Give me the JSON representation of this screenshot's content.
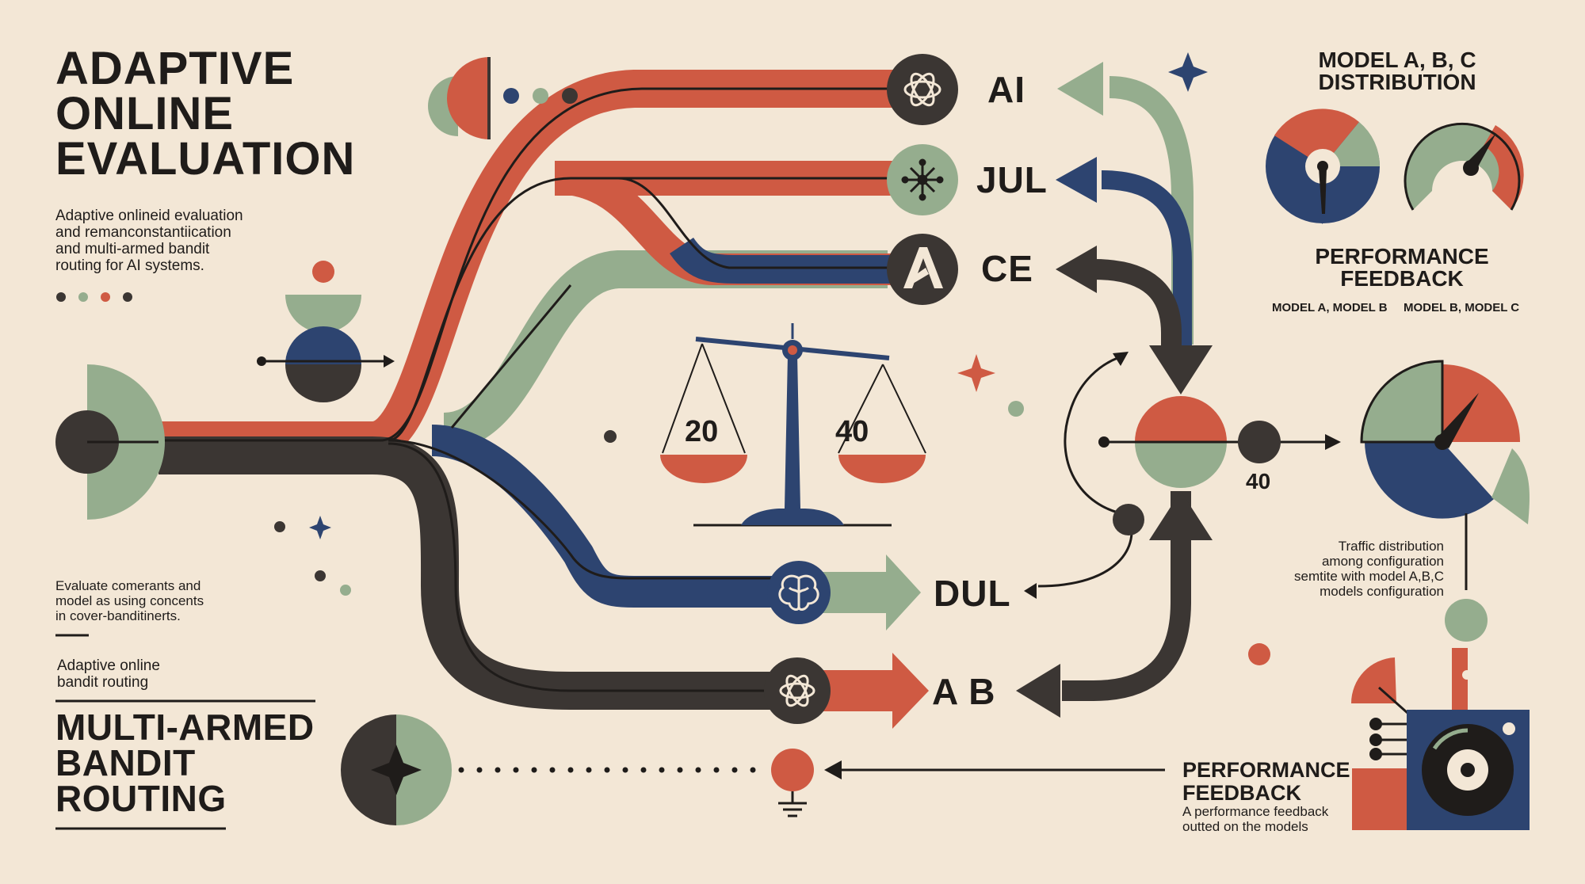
{
  "title": {
    "line1": "ADAPTIVE",
    "line2": "ONLINE",
    "line3": "EVALUATION"
  },
  "intro": {
    "line1": "Adaptive onlineid evaluation",
    "line2": "and remanconstantiication",
    "line3": "and multi-armed bandit",
    "line4": "routing for AI systems."
  },
  "evaluate_note": {
    "line1": "Evaluate comerants and",
    "line2": "model as using concents",
    "line3": "in cover-banditinerts."
  },
  "routing_note": {
    "line1": "Adaptive online",
    "line2": "bandit routing"
  },
  "bandit_title": {
    "line1": "MULTI-ARMED",
    "line2": "BANDIT",
    "line3": "ROUTING"
  },
  "model_labels": {
    "ai": "AI",
    "jul": "JUL",
    "ce": "CE",
    "dul": "DUL",
    "ab": "A B"
  },
  "scale": {
    "left_value": "20",
    "right_value": "40"
  },
  "distribution": {
    "title_line1": "MODEL A, B, C",
    "title_line2": "DISTRIBUTION"
  },
  "performance_top": {
    "title_line1": "PERFORMANCE",
    "title_line2": "FEEDBACK",
    "sub_left": "MODEL A, MODEL B",
    "sub_right": "MODEL B, MODEL C"
  },
  "hub": {
    "output_value": "40"
  },
  "traffic_note": {
    "line1": "Traffic distribution",
    "line2": "among configuration",
    "line3": "semtite with model A,B,C",
    "line4": "models configuration"
  },
  "performance_bottom": {
    "title_line1": "PERFORMANCE",
    "title_line2": "FEEDBACK",
    "line1": "A performance feedback",
    "line2": "outted on the models"
  },
  "colors": {
    "background": "#f3e7d6",
    "red": "#cf5a43",
    "sage": "#95ad8e",
    "navy": "#2d4470",
    "charcoal": "#3b3633"
  },
  "icons": [
    "spiral-knot-icon",
    "asterisk-node-icon",
    "anthropic-a-icon",
    "brain-icon",
    "spiral-knot-icon",
    "four-point-star-icon",
    "balance-scale-icon",
    "gauge-icon",
    "ground-icon"
  ]
}
